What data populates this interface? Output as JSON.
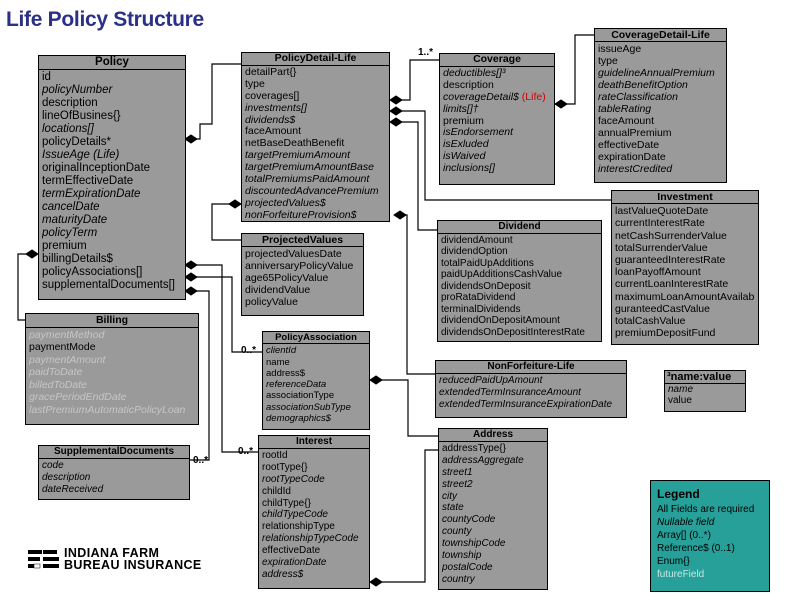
{
  "title": "Life Policy Structure",
  "entities": {
    "policy": {
      "name": "Policy",
      "fields": [
        {
          "t": "id",
          "s": "n"
        },
        {
          "t": "policyNumber",
          "s": "i"
        },
        {
          "t": "description",
          "s": "n"
        },
        {
          "t": "lineOfBusines{}",
          "s": "n"
        },
        {
          "t": "locations[]",
          "s": "i"
        },
        {
          "t": "policyDetails*",
          "s": "n"
        },
        {
          "t": "IssueAge (Life)",
          "s": "i"
        },
        {
          "t": "originalInceptionDate",
          "s": "n"
        },
        {
          "t": "termEffectiveDate",
          "s": "n"
        },
        {
          "t": "termExpirationDate",
          "s": "i"
        },
        {
          "t": "cancelDate",
          "s": "i"
        },
        {
          "t": "maturityDate",
          "s": "i"
        },
        {
          "t": "policyTerm",
          "s": "i"
        },
        {
          "t": "premium",
          "s": "n"
        },
        {
          "t": "billingDetails$",
          "s": "n"
        },
        {
          "t": "policyAssociations[]",
          "s": "n"
        },
        {
          "t": "supplementalDocuments[]",
          "s": "n"
        }
      ]
    },
    "billing": {
      "name": "Billing",
      "fields": [
        {
          "t": "paymentMethod",
          "s": "g"
        },
        {
          "t": "paymentMode",
          "s": "n"
        },
        {
          "t": "paymentAmount",
          "s": "g"
        },
        {
          "t": "paidToDate",
          "s": "g"
        },
        {
          "t": "billedToDate",
          "s": "g"
        },
        {
          "t": "gracePeriodEndDate",
          "s": "g"
        },
        {
          "t": "lastPremiumAutomaticPolicyLoan",
          "s": "g"
        }
      ]
    },
    "supplemental": {
      "name": "SupplementalDocuments",
      "fields": [
        {
          "t": "code",
          "s": "i"
        },
        {
          "t": "description",
          "s": "i"
        },
        {
          "t": "dateReceived",
          "s": "i"
        }
      ]
    },
    "policyDetail": {
      "name": "PolicyDetail-Life",
      "fields": [
        {
          "t": "detailPart{}",
          "s": "n"
        },
        {
          "t": "type",
          "s": "n"
        },
        {
          "t": "coverages[]",
          "s": "n"
        },
        {
          "t": "investments[]",
          "s": "i"
        },
        {
          "t": "dividends$",
          "s": "i"
        },
        {
          "t": "faceAmount",
          "s": "n"
        },
        {
          "t": "netBaseDeathBenefit",
          "s": "n"
        },
        {
          "t": "targetPremiumAmount",
          "s": "i"
        },
        {
          "t": "targetPremiumAmountBase",
          "s": "i"
        },
        {
          "t": "totalPremiumsPaidAmount",
          "s": "i"
        },
        {
          "t": "discountedAdvancePremium",
          "s": "i"
        },
        {
          "t": "projectedValues$",
          "s": "i"
        },
        {
          "t": "nonForfeitureProvision$",
          "s": "i"
        }
      ]
    },
    "projectedValues": {
      "name": "ProjectedValues",
      "fields": [
        {
          "t": "projectedValuesDate",
          "s": "n"
        },
        {
          "t": "anniversaryPolicyValue",
          "s": "n"
        },
        {
          "t": "age65PolicyValue",
          "s": "n"
        },
        {
          "t": "dividendValue",
          "s": "n"
        },
        {
          "t": "policyValue",
          "s": "n"
        }
      ]
    },
    "policyAssociation": {
      "name": "PolicyAssociation",
      "fields": [
        {
          "t": "clientId",
          "s": "i"
        },
        {
          "t": "name",
          "s": "n"
        },
        {
          "t": "address$",
          "s": "n"
        },
        {
          "t": "referenceData",
          "s": "i"
        },
        {
          "t": "associationType",
          "s": "n"
        },
        {
          "t": "associationSubType",
          "s": "i"
        },
        {
          "t": "demographics$",
          "s": "i"
        }
      ]
    },
    "interest": {
      "name": "Interest",
      "fields": [
        {
          "t": "rootId",
          "s": "n"
        },
        {
          "t": "rootType{}",
          "s": "n"
        },
        {
          "t": "rootTypeCode",
          "s": "i"
        },
        {
          "t": "childId",
          "s": "n"
        },
        {
          "t": "childType{}",
          "s": "n"
        },
        {
          "t": "childTypeCode",
          "s": "i"
        },
        {
          "t": "relationshipType",
          "s": "n"
        },
        {
          "t": "relationshipTypeCode",
          "s": "i"
        },
        {
          "t": "effectiveDate",
          "s": "n"
        },
        {
          "t": "expirationDate",
          "s": "i"
        },
        {
          "t": "address$",
          "s": "i"
        }
      ]
    },
    "coverage": {
      "name": "Coverage",
      "fields": [
        {
          "t": "deductibles[]³",
          "s": "i"
        },
        {
          "t": "description",
          "s": "n"
        },
        {
          "t": "coverageDetail$ ",
          "s": "i",
          "red": "(Life)"
        },
        {
          "t": "limits[]†",
          "s": "i"
        },
        {
          "t": "premium",
          "s": "n"
        },
        {
          "t": "isEndorsement",
          "s": "i"
        },
        {
          "t": "isExluded",
          "s": "i"
        },
        {
          "t": "isWaived",
          "s": "i"
        },
        {
          "t": "inclusions[]",
          "s": "i"
        }
      ]
    },
    "coverageDetail": {
      "name": "CoverageDetail-Life",
      "fields": [
        {
          "t": "issueAge",
          "s": "n"
        },
        {
          "t": "type",
          "s": "n"
        },
        {
          "t": "guidelineAnnualPremium",
          "s": "i"
        },
        {
          "t": "deathBenefitOption",
          "s": "i"
        },
        {
          "t": "rateClassification",
          "s": "i"
        },
        {
          "t": "tableRating",
          "s": "i"
        },
        {
          "t": "faceAmount",
          "s": "n"
        },
        {
          "t": "annualPremium",
          "s": "n"
        },
        {
          "t": "effectiveDate",
          "s": "n"
        },
        {
          "t": "expirationDate",
          "s": "n"
        },
        {
          "t": "interestCredited",
          "s": "i"
        }
      ]
    },
    "investment": {
      "name": "Investment",
      "fields": [
        {
          "t": "lastValueQuoteDate",
          "s": "n"
        },
        {
          "t": "currentInterestRate",
          "s": "n"
        },
        {
          "t": "netCashSurrenderValue",
          "s": "n"
        },
        {
          "t": "totalSurrenderValue",
          "s": "n"
        },
        {
          "t": "guaranteedInterestRate",
          "s": "n"
        },
        {
          "t": "loanPayoffAmount",
          "s": "n"
        },
        {
          "t": "currentLoanInterestRate",
          "s": "n"
        },
        {
          "t": "maximumLoanAmountAvailable",
          "s": "n"
        },
        {
          "t": "guranteedCastValue",
          "s": "n"
        },
        {
          "t": "totalCashValue",
          "s": "n"
        },
        {
          "t": "premiumDepositFund",
          "s": "n"
        }
      ]
    },
    "dividend": {
      "name": "Dividend",
      "fields": [
        {
          "t": "dividendAmount",
          "s": "n"
        },
        {
          "t": "dividendOption",
          "s": "n"
        },
        {
          "t": "totalPaidUpAdditions",
          "s": "n"
        },
        {
          "t": "paidUpAdditionsCashValue",
          "s": "n"
        },
        {
          "t": "dividendsOnDeposit",
          "s": "n"
        },
        {
          "t": "proRataDividend",
          "s": "n"
        },
        {
          "t": "terminalDividends",
          "s": "n"
        },
        {
          "t": "dividendOnDepositAmount",
          "s": "n"
        },
        {
          "t": "dividendsOnDepositInterestRate",
          "s": "n"
        }
      ]
    },
    "nonForfeiture": {
      "name": "NonForfeiture-Life",
      "fields": [
        {
          "t": "reducedPaidUpAmount",
          "s": "i"
        },
        {
          "t": "extendedTermInsuranceAmount",
          "s": "i"
        },
        {
          "t": "extendedTermInsuranceExpirationDate",
          "s": "i"
        }
      ]
    },
    "address": {
      "name": "Address",
      "fields": [
        {
          "t": "addressType{}",
          "s": "n"
        },
        {
          "t": "addressAggregate",
          "s": "i"
        },
        {
          "t": "street1",
          "s": "i"
        },
        {
          "t": "street2",
          "s": "i"
        },
        {
          "t": "city",
          "s": "i"
        },
        {
          "t": "state",
          "s": "i"
        },
        {
          "t": "countyCode",
          "s": "i"
        },
        {
          "t": "county",
          "s": "i"
        },
        {
          "t": "townshipCode",
          "s": "i"
        },
        {
          "t": "township",
          "s": "i"
        },
        {
          "t": "postalCode",
          "s": "i"
        },
        {
          "t": "country",
          "s": "i"
        }
      ]
    }
  },
  "nameValue": {
    "title": "³name:value",
    "fields": [
      {
        "t": "name",
        "s": "i"
      },
      {
        "t": "value",
        "s": "n"
      }
    ]
  },
  "multiplicities": {
    "coverage": "1..*",
    "policyAssociation": "0..*",
    "supplemental": "0..*",
    "interest": "0..*"
  },
  "legend": {
    "title": "Legend",
    "items": [
      {
        "t": "All Fields are required",
        "s": "n"
      },
      {
        "t": "Nullable field",
        "s": "i"
      },
      {
        "t": "Array[] (0..*)",
        "s": "n"
      },
      {
        "t": "Reference$ (0..1)",
        "s": "n"
      },
      {
        "t": "Enum{}",
        "s": "n"
      },
      {
        "t": "futureField",
        "s": "f"
      }
    ]
  },
  "logo": {
    "line1": "INDIANA FARM",
    "line2": "BUREAU INSURANCE",
    "mark": "FB"
  },
  "colors": {
    "box": "#9a9a9a",
    "title": "#2b2f86",
    "legend": "#27a09a",
    "future": "#c6e6e2",
    "accent": "#d00000"
  }
}
